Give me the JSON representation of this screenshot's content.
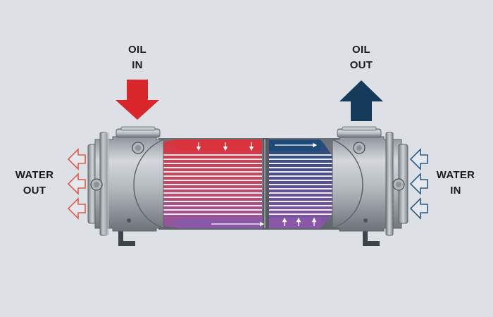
{
  "labels": {
    "oil_in": {
      "line1": "OIL",
      "line2": "IN"
    },
    "oil_out": {
      "line1": "OIL",
      "line2": "OUT"
    },
    "water_out": {
      "line1": "WATER",
      "line2": "OUT"
    },
    "water_in": {
      "line1": "WATER",
      "line2": "IN"
    }
  },
  "colors": {
    "background": "#dde1e6",
    "oil_in_arrow": "#d9262b",
    "oil_out_arrow": "#163a59",
    "water_out_arrow": "#e05a4f",
    "water_in_arrow": "#2b5a86",
    "hot_fluid": "#d9343d",
    "cool_fluid": "#1f4a78",
    "mixed_fluid": "#8a58a6",
    "steel_light": "#c9cdd2",
    "steel_dark": "#6d7379"
  }
}
